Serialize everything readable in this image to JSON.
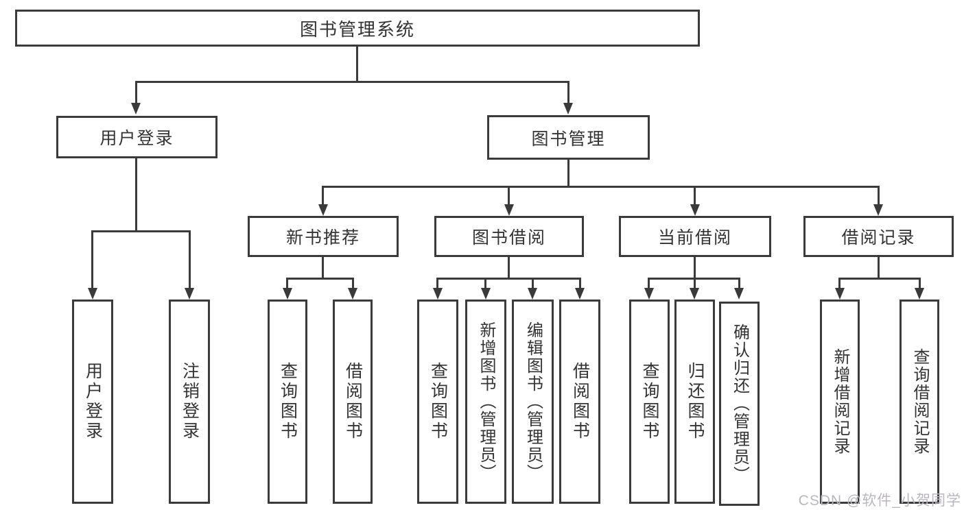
{
  "diagram": {
    "root": {
      "label": "图书管理系统"
    },
    "level2": [
      {
        "label": "用户登录"
      },
      {
        "label": "图书管理"
      }
    ],
    "level3": [
      {
        "label": "新书推荐"
      },
      {
        "label": "图书借阅"
      },
      {
        "label": "当前借阅"
      },
      {
        "label": "借阅记录"
      }
    ],
    "leaves": {
      "user_login": [
        "用户登录",
        "注销登录"
      ],
      "new_books": [
        "查询图书",
        "借阅图书"
      ],
      "book_borrow": [
        "查询图书",
        "新增图书（管理员）",
        "编辑图书（管理员）",
        "借阅图书"
      ],
      "current_borrow": [
        "查询图书",
        "归还图书",
        "确认归还（管理员）"
      ],
      "borrow_records": [
        "新增借阅记录",
        "查询借阅记录"
      ]
    }
  },
  "watermark": {
    "text": "CSDN @软件_小贺同学"
  },
  "colors": {
    "line": "#3a3a3a",
    "text": "#333333",
    "background": "#ffffff",
    "watermark": "#b9b6bd"
  }
}
